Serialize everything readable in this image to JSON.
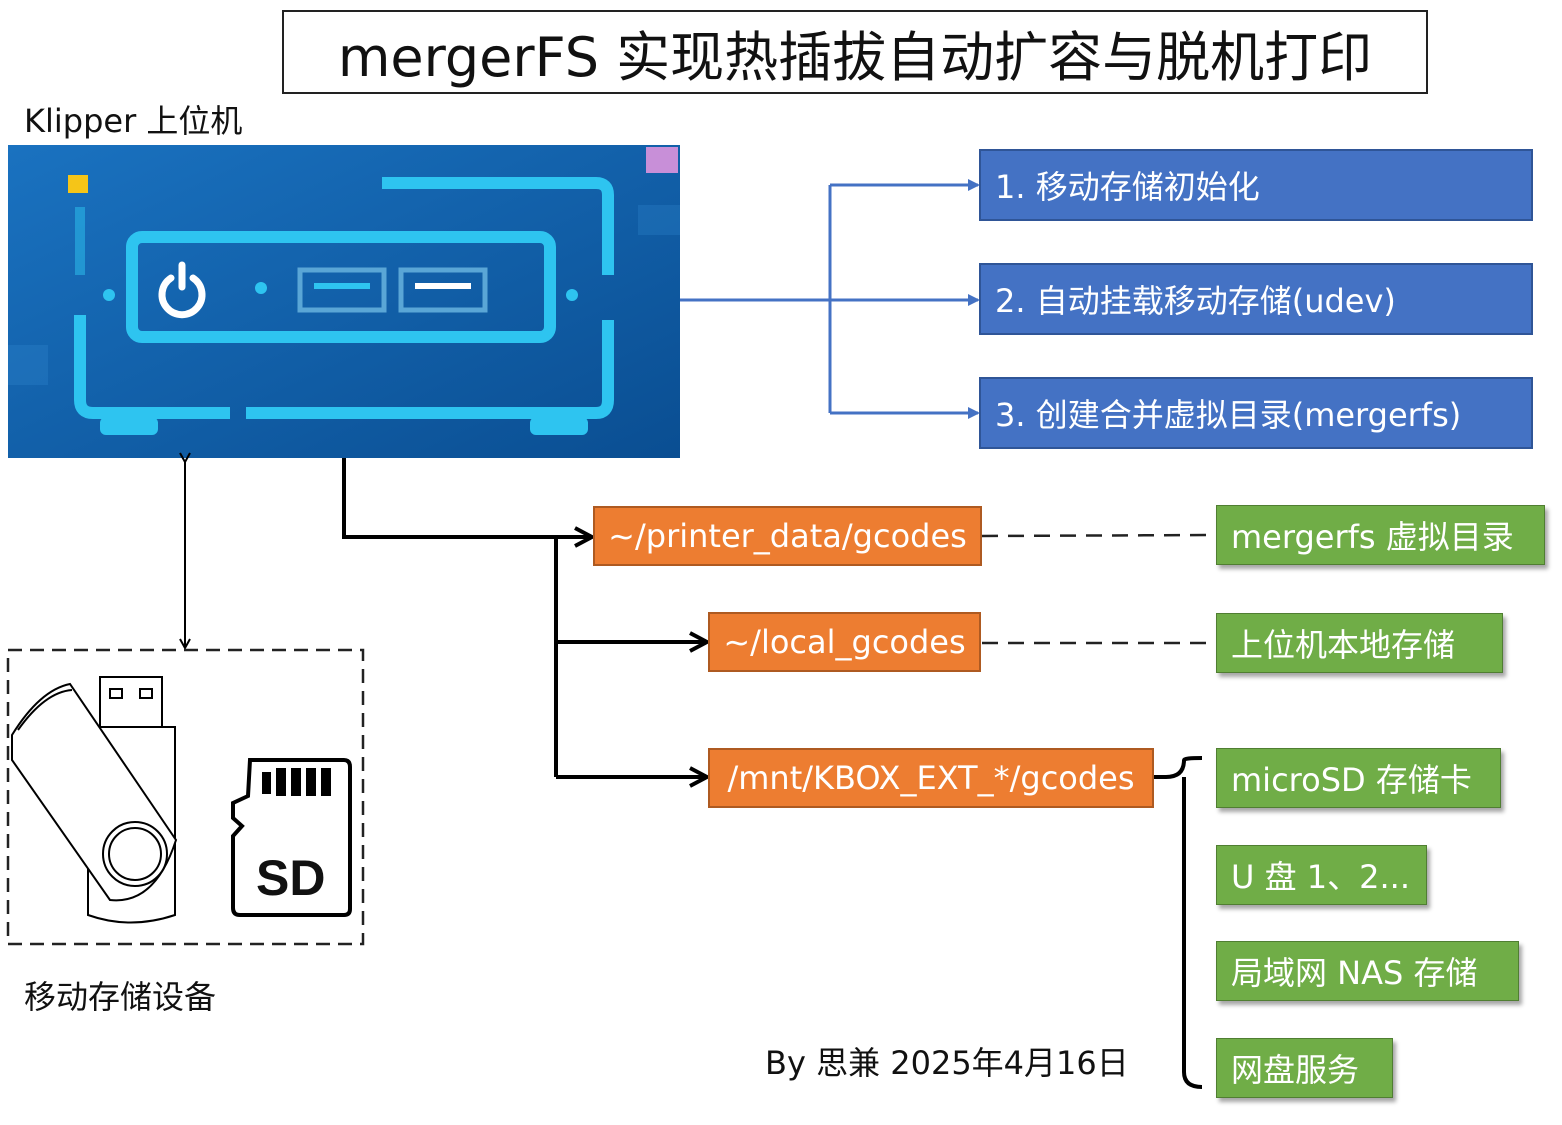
{
  "title": "mergerFS 实现热插拔自动扩容与脱机打印",
  "host_label": "Klipper 上位机",
  "storage_label": "移动存储设备",
  "sd_label": "SD",
  "steps": [
    {
      "label": "1. 移动存储初始化"
    },
    {
      "label": "2. 自动挂载移动存储(udev)"
    },
    {
      "label": "3. 创建合并虚拟目录(mergerfs)"
    }
  ],
  "paths": [
    {
      "label": "~/printer_data/gcodes"
    },
    {
      "label": "~/local_gcodes"
    },
    {
      "label": "/mnt/KBOX_EXT_*/gcodes"
    }
  ],
  "targets": [
    {
      "label": "mergerfs 虚拟目录"
    },
    {
      "label": "上位机本地存储"
    },
    {
      "label": "microSD 存储卡"
    },
    {
      "label": "U 盘 1、2..."
    },
    {
      "label": "局域网 NAS 存储"
    },
    {
      "label": "网盘服务"
    }
  ],
  "credit": "By 思兼 2025年4月16日",
  "colors": {
    "step_fill": "#4472c4",
    "path_fill": "#ed7d31",
    "target_fill": "#70ad47",
    "device_bg": "#0d5fa8",
    "device_line": "#2ec4f0"
  },
  "icons": [
    "power-icon",
    "usb-port-icon",
    "usb-drive-icon",
    "sd-card-icon"
  ]
}
